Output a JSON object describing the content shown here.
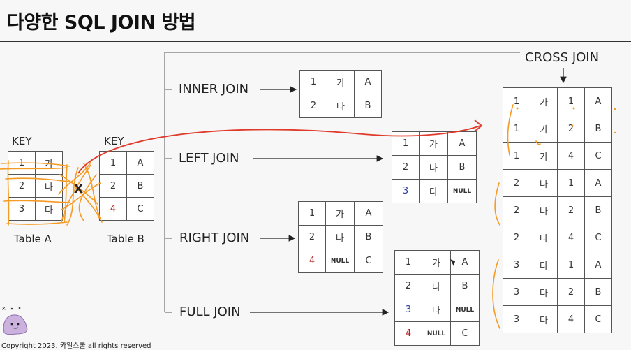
{
  "page": {
    "title": "다양한 SQL JOIN 방법",
    "copyright": "Copyright 2023. 카일스쿨 all rights reserved"
  },
  "table_a": {
    "header": "KEY",
    "caption": "Table A",
    "rows": [
      [
        "1",
        "가"
      ],
      [
        "2",
        "나"
      ],
      [
        "3",
        "다"
      ]
    ]
  },
  "table_b": {
    "header": "KEY",
    "caption": "Table B",
    "rows": [
      [
        "1",
        "A"
      ],
      [
        "2",
        "B"
      ],
      [
        "4",
        "C"
      ]
    ]
  },
  "joins": {
    "inner": {
      "label": "INNER JOIN",
      "rows": [
        [
          "1",
          "가",
          "A"
        ],
        [
          "2",
          "나",
          "B"
        ]
      ]
    },
    "left": {
      "label": "LEFT JOIN",
      "rows": [
        [
          "1",
          "가",
          "A"
        ],
        [
          "2",
          "나",
          "B"
        ],
        [
          "3",
          "다",
          "NULL"
        ]
      ]
    },
    "right": {
      "label": "RIGHT JOIN",
      "rows": [
        [
          "1",
          "가",
          "A"
        ],
        [
          "2",
          "나",
          "B"
        ],
        [
          "4",
          "NULL",
          "C"
        ]
      ]
    },
    "full": {
      "label": "FULL JOIN",
      "rows": [
        [
          "1",
          "가",
          "A"
        ],
        [
          "2",
          "나",
          "B"
        ],
        [
          "3",
          "다",
          "NULL"
        ],
        [
          "4",
          "NULL",
          "C"
        ]
      ]
    },
    "cross": {
      "label": "CROSS JOIN",
      "rows": [
        [
          "1",
          "가",
          "1",
          "A"
        ],
        [
          "1",
          "가",
          "2",
          "B"
        ],
        [
          "1",
          "가",
          "4",
          "C"
        ],
        [
          "2",
          "나",
          "1",
          "A"
        ],
        [
          "2",
          "나",
          "2",
          "B"
        ],
        [
          "2",
          "나",
          "4",
          "C"
        ],
        [
          "3",
          "다",
          "1",
          "A"
        ],
        [
          "3",
          "다",
          "2",
          "B"
        ],
        [
          "3",
          "다",
          "4",
          "C"
        ]
      ]
    }
  },
  "colors": {
    "annotation_orange": "#f59a23",
    "annotation_red": "#e03a2a",
    "key_red": "#b02020",
    "key_blue": "#2a3a9a"
  },
  "icons": [
    "mascot-icon"
  ]
}
